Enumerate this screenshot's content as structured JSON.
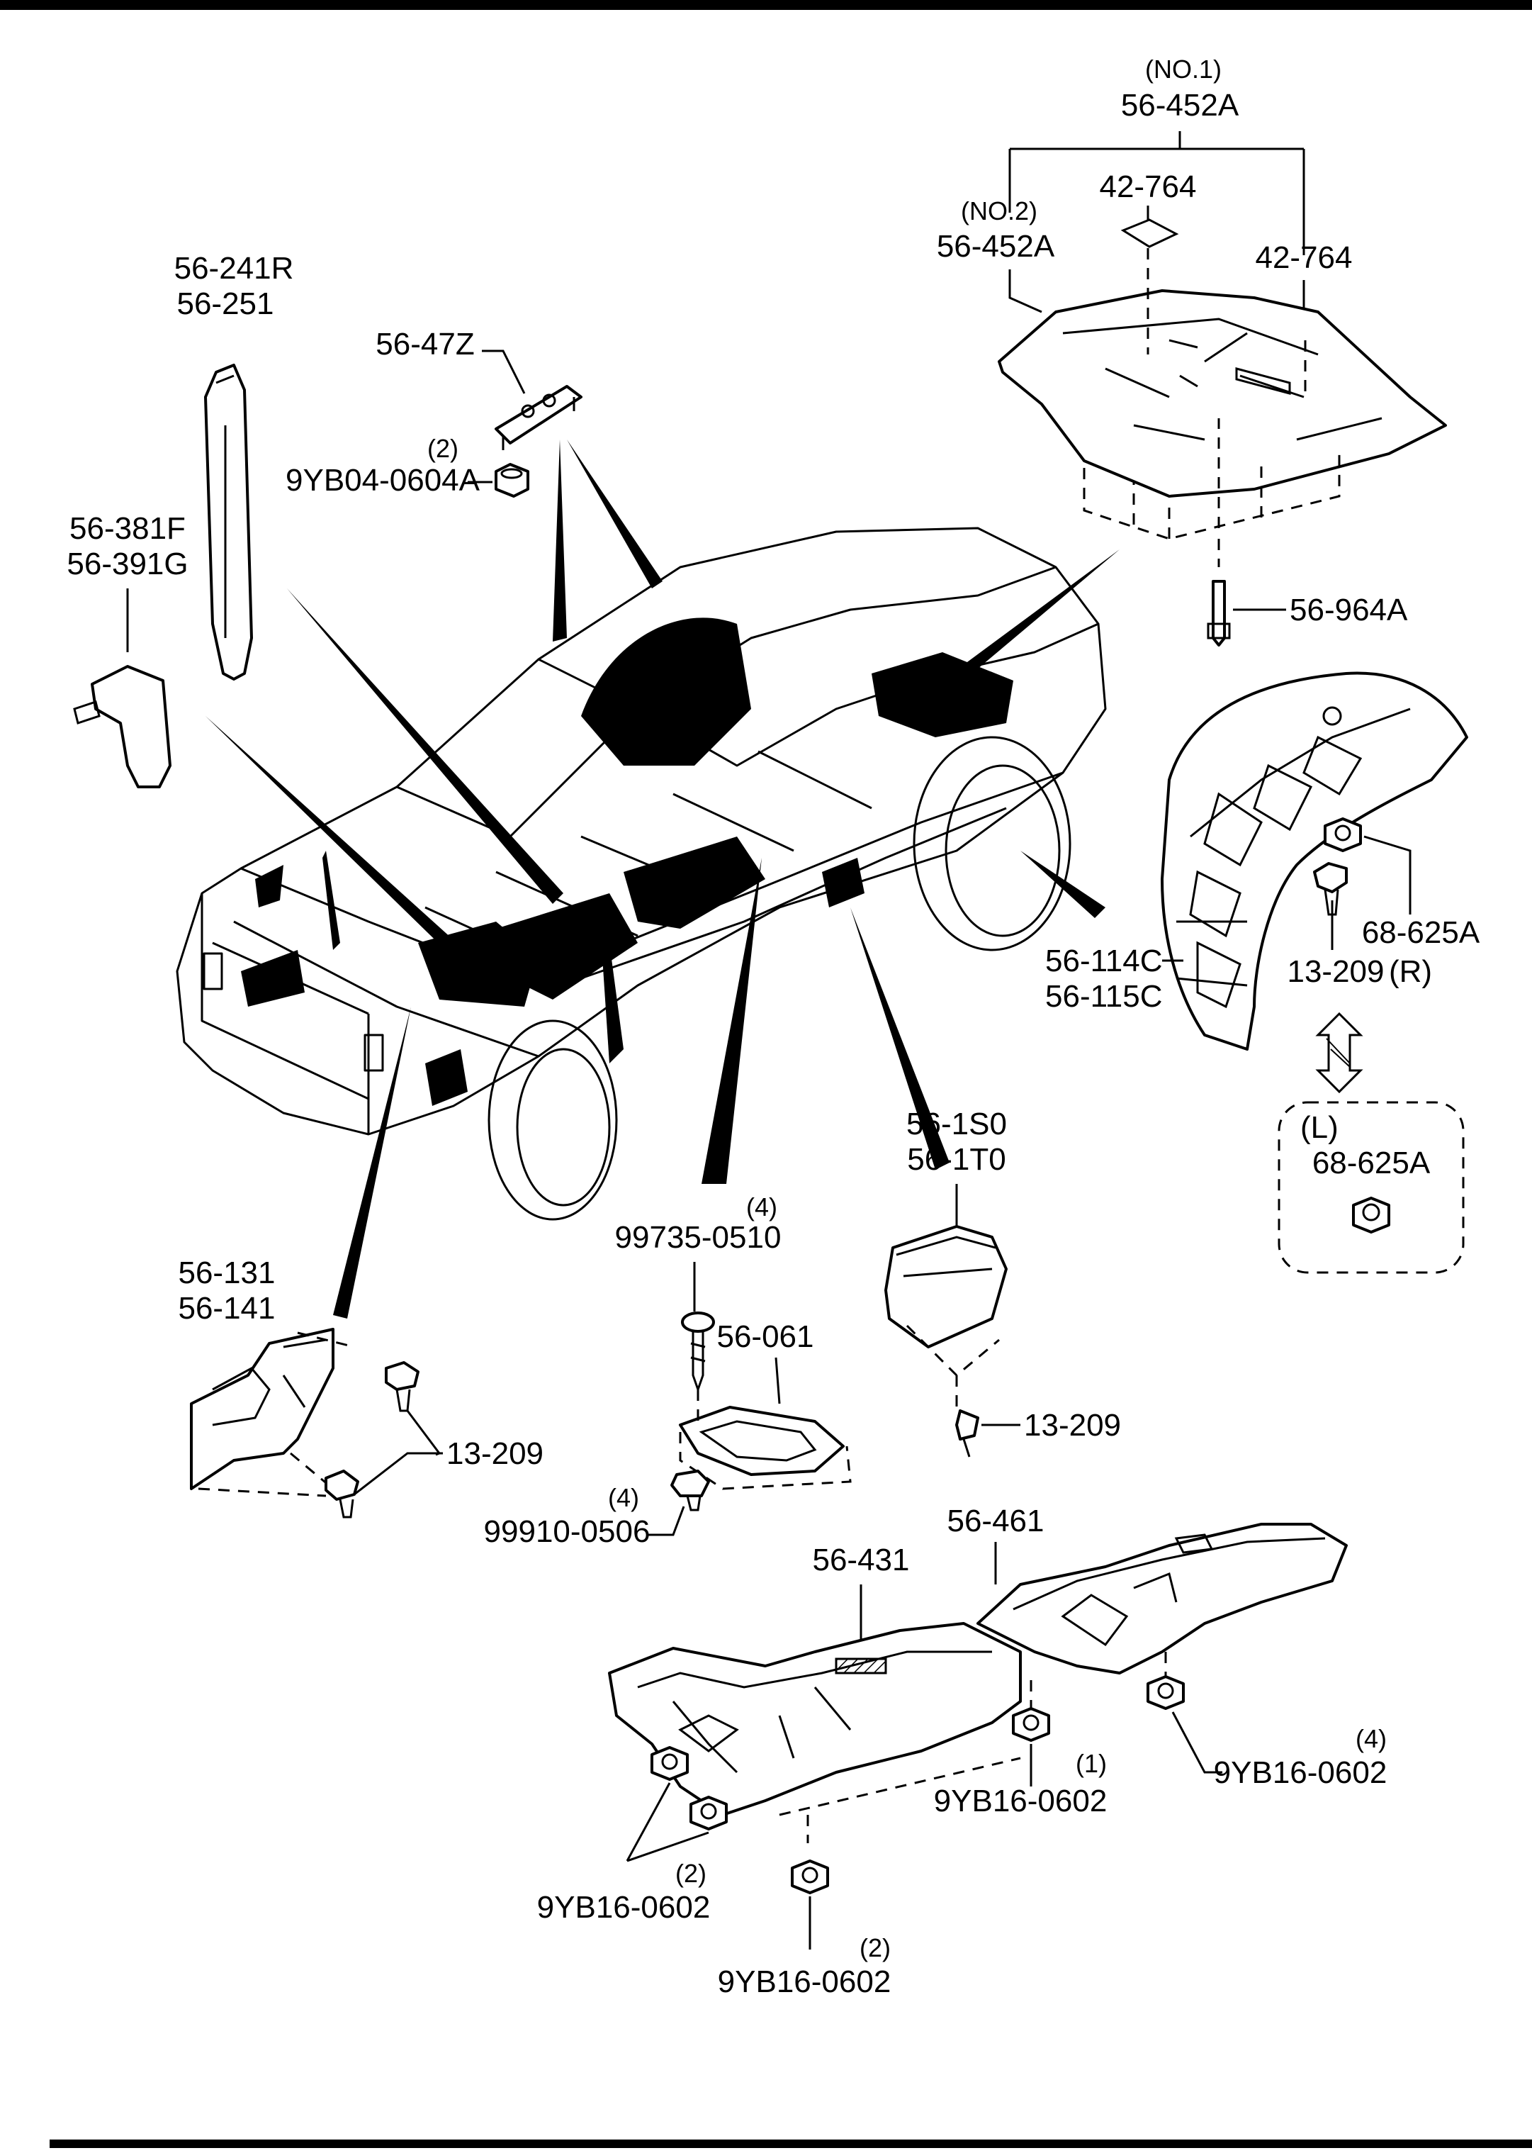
{
  "labels": {
    "cover_no1_qty": "(NO.1)",
    "cover_no1": "56-452A",
    "pad_center": "42-764",
    "cover_no2_qty": "(NO.2)",
    "cover_no2": "56-452A",
    "pad_right": "42-764",
    "bolt_cover": "56-964A",
    "pillar_trim_a": "56-241R",
    "pillar_trim_b": "56-251",
    "bracket_top": "56-47Z",
    "nut_top_qty": "(2)",
    "nut_top": "9YB04-0604A",
    "side_trim_a": "56-381F",
    "side_trim_b": "56-391G",
    "liner_a": "56-114C",
    "liner_b": "56-115C",
    "nut_liner": "68-625A",
    "clip_liner": "13-209",
    "clip_liner_side": "(R)",
    "left_side": "(L)",
    "nut_left": "68-625A",
    "shield_center_a": "56-1S0",
    "shield_center_b": "56-1T0",
    "clip_center": "13-209",
    "screw_qty": "(4)",
    "screw": "99735-0510",
    "plate": "56-061",
    "fastener_qty": "(4)",
    "fastener": "99910-0506",
    "splash_a": "56-131",
    "splash_b": "56-141",
    "clip_splash": "13-209",
    "heat_front": "56-431",
    "heat_rear": "56-461",
    "nut_rear_qty": "(4)",
    "nut_rear": "9YB16-0602",
    "nut_mid_qty": "(1)",
    "nut_mid": "9YB16-0602",
    "nut_left_pair_qty": "(2)",
    "nut_left_pair": "9YB16-0602",
    "nut_bottom_qty": "(2)",
    "nut_bottom": "9YB16-0602"
  },
  "icons": {
    "arrow": "double-arrow-icon"
  }
}
